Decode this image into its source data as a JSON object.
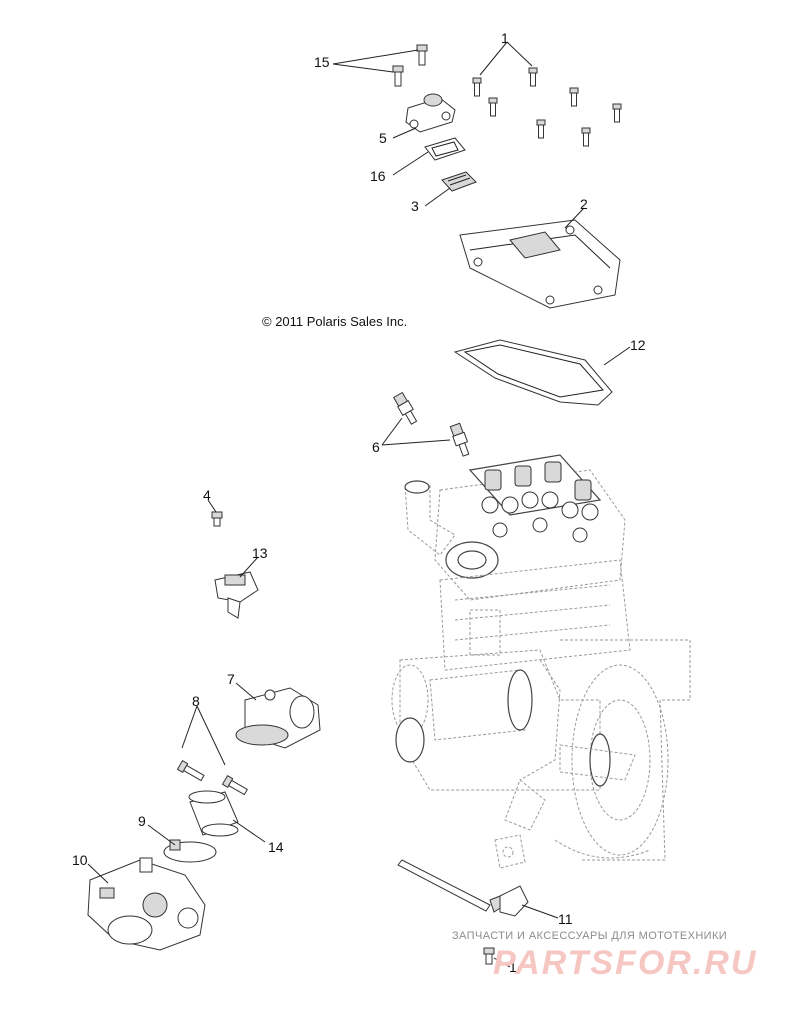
{
  "copyright": "© 2011 Polaris Sales Inc.",
  "watermark": {
    "tagline": "ЗАПЧАСТИ И АКСЕССУАРЫ ДЛЯ МОТОТЕХНИКИ",
    "brand": "PARTSFOR.RU",
    "color": "#f6c7c2"
  },
  "callouts": {
    "c1_top": "1",
    "c1_bottom": "1",
    "c2": "2",
    "c3": "3",
    "c4": "4",
    "c5": "5",
    "c6": "6",
    "c7": "7",
    "c8": "8",
    "c9": "9",
    "c10": "10",
    "c11": "11",
    "c12": "12",
    "c13": "13",
    "c14": "14",
    "c15": "15",
    "c16": "16"
  }
}
